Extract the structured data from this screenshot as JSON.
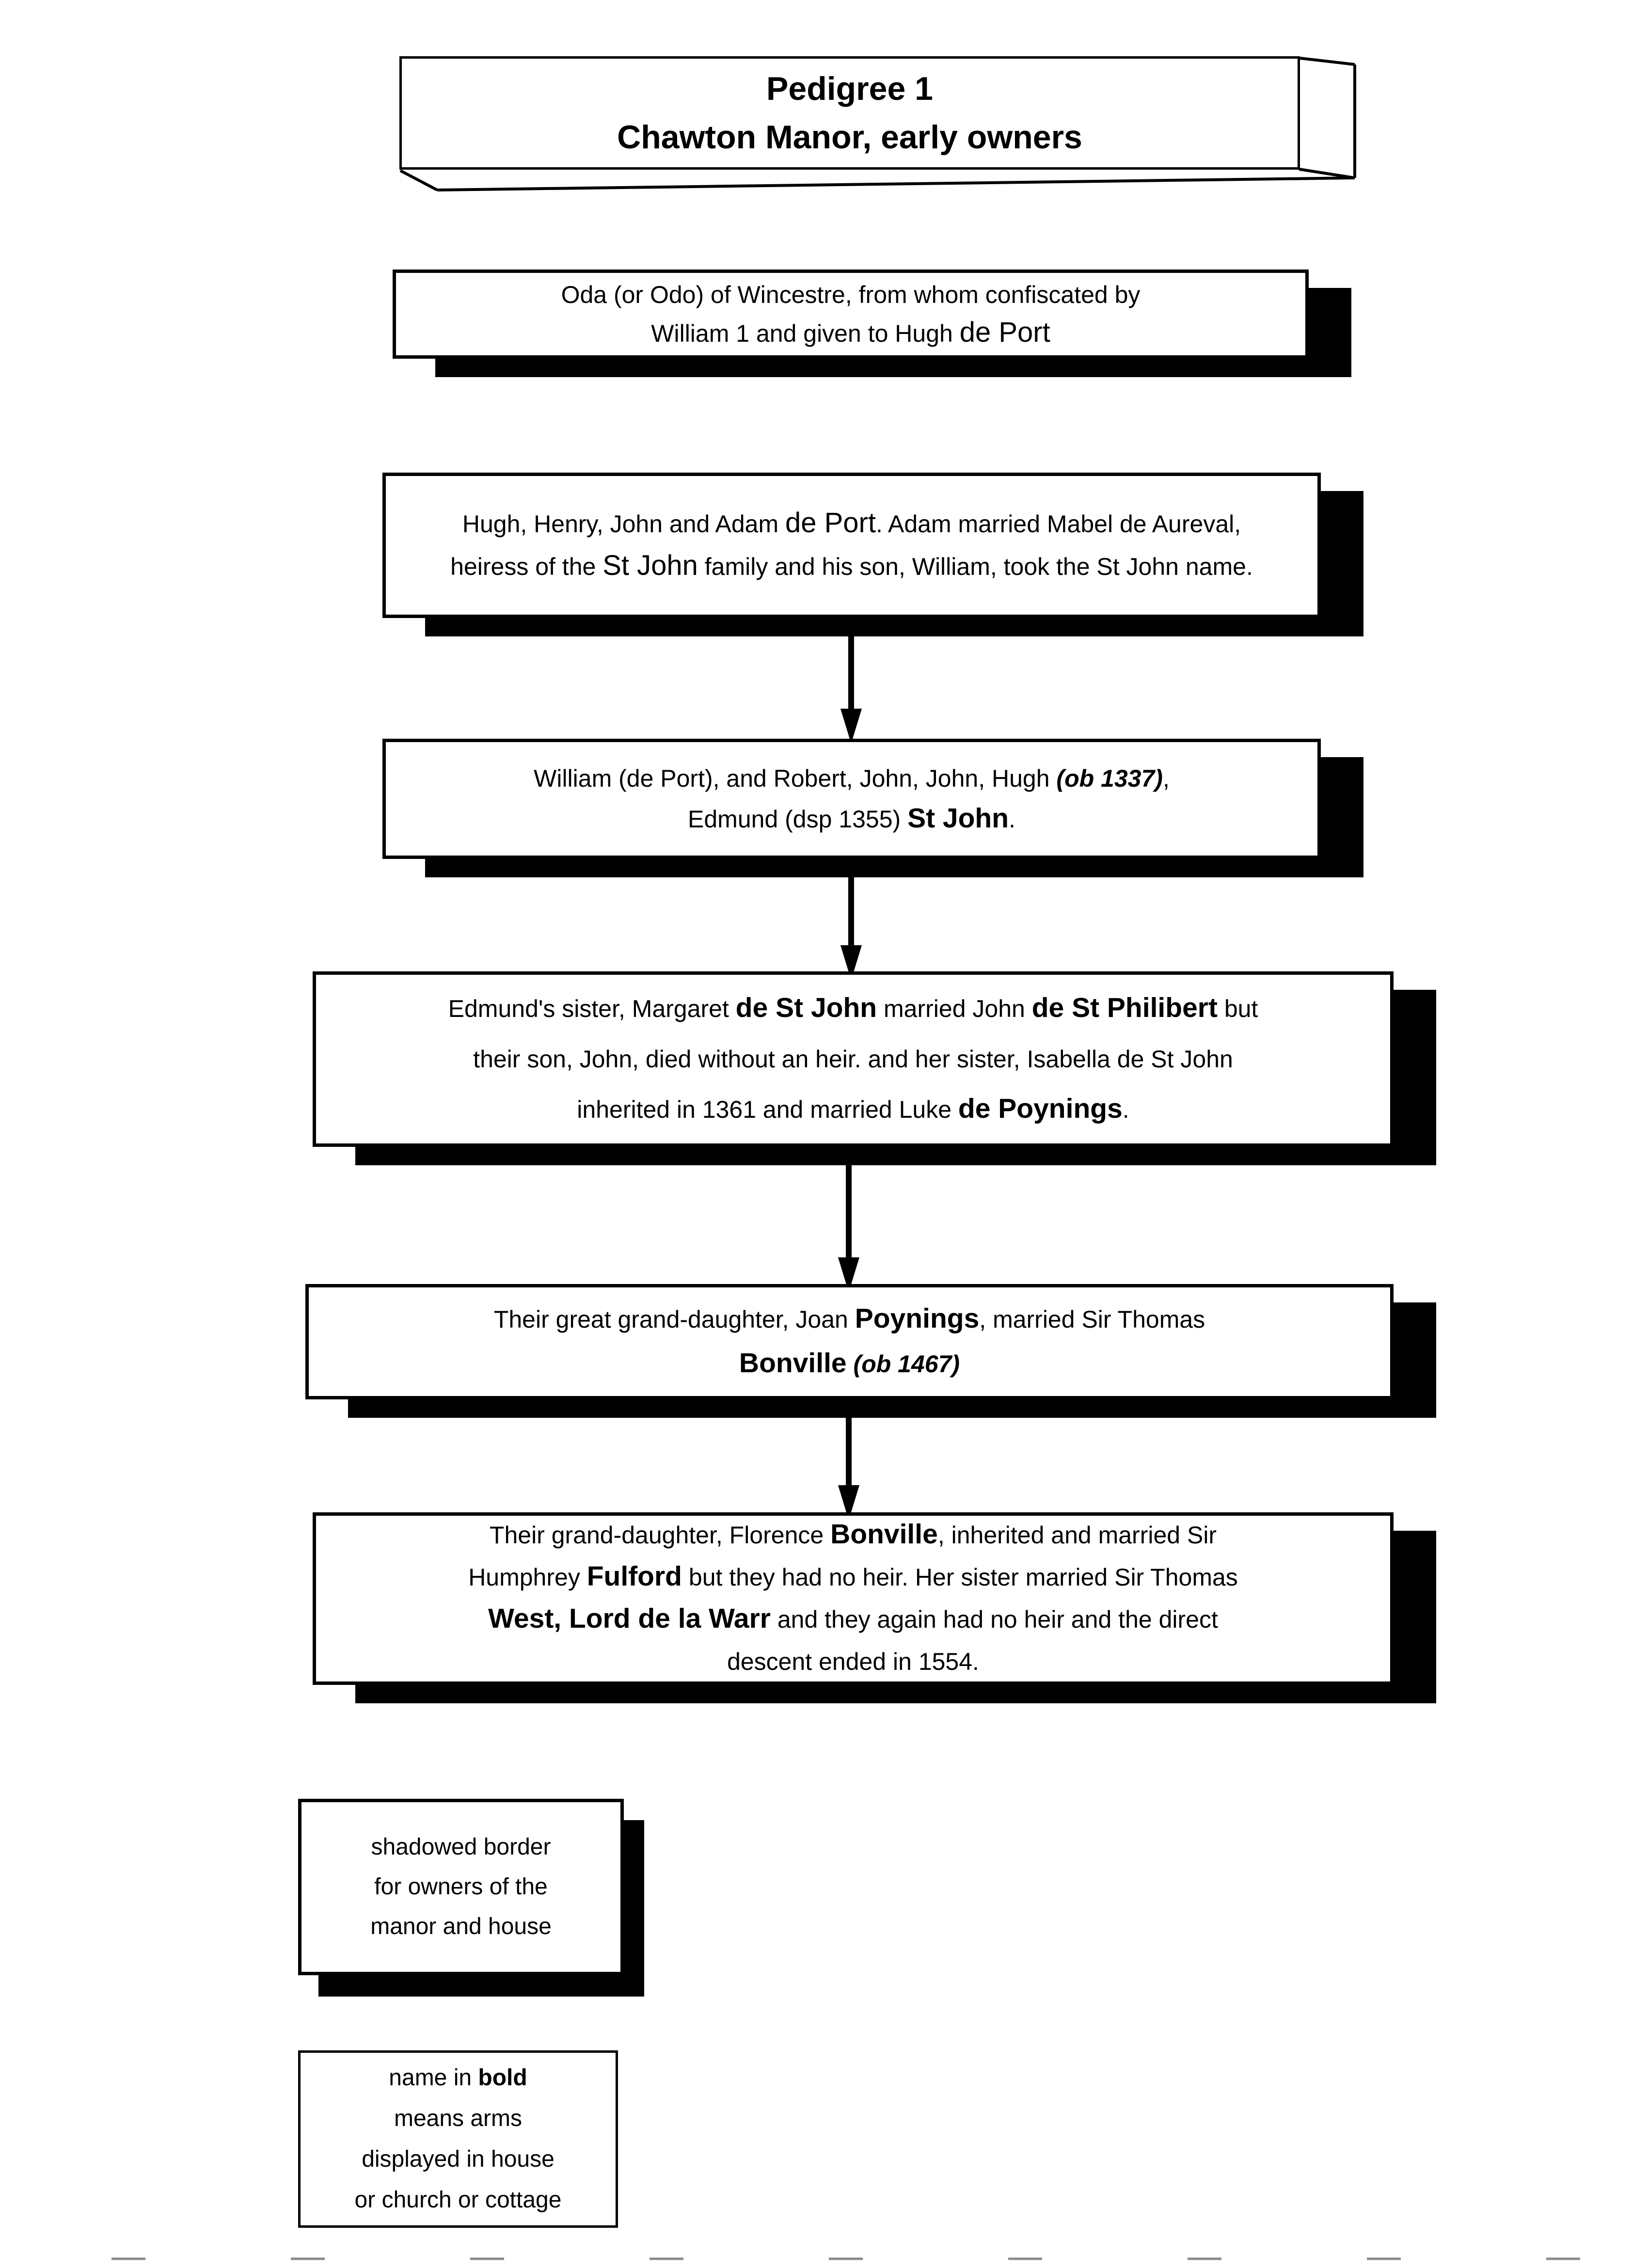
{
  "colors": {
    "ink": "#000000",
    "paper": "#ffffff"
  },
  "title_box": {
    "lines": [
      "Pedigree 1",
      "Chawton Manor, early owners"
    ]
  },
  "boxes": {
    "oda": {
      "lines": [
        [
          {
            "t": "Oda (or Odo) of Wincestre, from whom confiscated by"
          }
        ],
        [
          {
            "t": "William 1 and given to Hugh "
          },
          {
            "t": "de Port",
            "s": "lg"
          }
        ]
      ]
    },
    "hugh": {
      "lines": [
        [
          {
            "t": "Hugh, Henry, John and Adam "
          },
          {
            "t": "de Port",
            "s": "lg"
          },
          {
            "t": ".  Adam married Mabel de Aureval,"
          }
        ],
        [
          {
            "t": "heiress of the "
          },
          {
            "t": "St John",
            "s": "lg"
          },
          {
            "t": " family and his son, William, took the St John  name."
          }
        ]
      ]
    },
    "william": {
      "lines": [
        [
          {
            "t": "William (de Port), and Robert, John, John, Hugh "
          },
          {
            "t": "(ob 1337)",
            "s": "bi"
          },
          {
            "t": ","
          }
        ],
        [
          {
            "t": "Edmund (dsp 1355) "
          },
          {
            "t": "St John",
            "s": "bl"
          },
          {
            "t": "."
          }
        ]
      ]
    },
    "edmund": {
      "lines": [
        [
          {
            "t": "Edmund's sister, Margaret "
          },
          {
            "t": "de St John",
            "s": "bl"
          },
          {
            "t": " married John "
          },
          {
            "t": "de St Philibert",
            "s": "bl"
          },
          {
            "t": " but"
          }
        ],
        [
          {
            "t": "their son, John, died without an heir.  and her sister, Isabella de St John"
          }
        ],
        [
          {
            "t": "inherited in 1361 and married Luke "
          },
          {
            "t": "de Poynings",
            "s": "bl"
          },
          {
            "t": "."
          }
        ]
      ]
    },
    "joan": {
      "lines": [
        [
          {
            "t": "Their great grand-daughter, Joan "
          },
          {
            "t": "Poynings",
            "s": "bl"
          },
          {
            "t": ", married  Sir Thomas"
          }
        ],
        [
          {
            "t": "Bonville",
            "s": "bl"
          },
          {
            "t": " "
          },
          {
            "t": "(ob 1467)",
            "s": "bi"
          }
        ]
      ]
    },
    "florence": {
      "lines": [
        [
          {
            "t": "Their grand-daughter, Florence "
          },
          {
            "t": "Bonville",
            "s": "bl"
          },
          {
            "t": ", inherited and married Sir"
          }
        ],
        [
          {
            "t": "Humphrey "
          },
          {
            "t": "Fulford",
            "s": "bl"
          },
          {
            "t": " but they had no heir.  Her sister married Sir Thomas"
          }
        ],
        [
          {
            "t": "West, Lord de la Warr",
            "s": "bl"
          },
          {
            "t": " and they again had no heir and the direct"
          }
        ],
        [
          {
            "t": "descent ended in 1554."
          }
        ]
      ]
    },
    "legend_shadow": {
      "lines": [
        [
          {
            "t": "shadowed border"
          }
        ],
        [
          {
            "t": "for owners of the"
          }
        ],
        [
          {
            "t": "manor and house"
          }
        ]
      ]
    },
    "legend_bold": {
      "lines": [
        [
          {
            "t": "name in "
          },
          {
            "t": "bold",
            "s": "b"
          }
        ],
        [
          {
            "t": "means arms"
          }
        ],
        [
          {
            "t": "displayed in house"
          }
        ],
        [
          {
            "t": "or church or cottage"
          }
        ]
      ]
    }
  }
}
